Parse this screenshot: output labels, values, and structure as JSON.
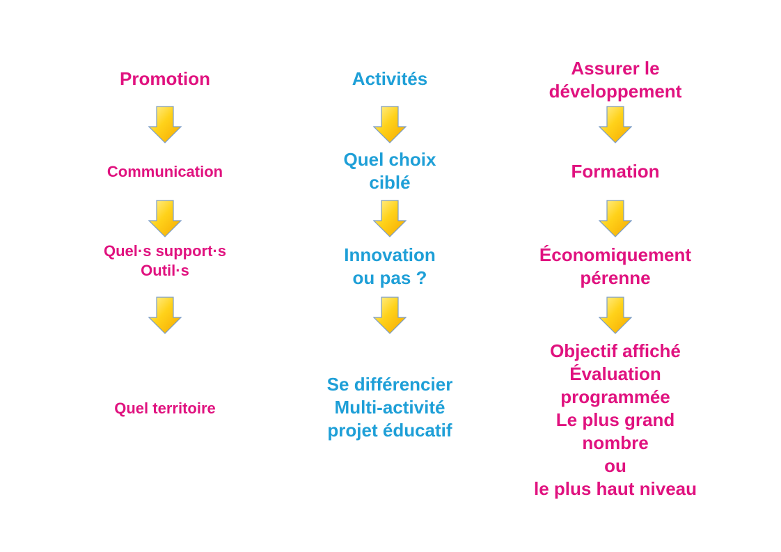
{
  "columns": [
    {
      "items": [
        {
          "text": "Promotion",
          "color": "#e0127f"
        },
        {
          "text": "Communication",
          "color": "#e0127f"
        },
        {
          "text": "Quel·s support·s\nOutil·s",
          "color": "#e0127f"
        },
        {
          "text": "Quel territoire",
          "color": "#e0127f"
        }
      ]
    },
    {
      "items": [
        {
          "text": "Activités",
          "color": "#1e9fd7"
        },
        {
          "text": "Quel choix\nciblé",
          "color": "#1e9fd7"
        },
        {
          "text": "Innovation\nou pas ?",
          "color": "#1e9fd7"
        },
        {
          "text": "Se différencier\nMulti-activité\nprojet éducatif",
          "color": "#1e9fd7"
        }
      ]
    },
    {
      "items": [
        {
          "text": "Assurer le\ndéveloppement",
          "color": "#e0127f"
        },
        {
          "text": "Formation",
          "color": "#e0127f"
        },
        {
          "text": "Économiquement\npérenne",
          "color": "#e0127f"
        },
        {
          "text": "Objectif affiché\nÉvaluation\nprogrammée\nLe plus grand nombre\nou\nle plus haut niveau",
          "color": "#e0127f"
        }
      ]
    }
  ],
  "arrow_icon": "down-arrow-icon",
  "arrow_colors": {
    "fill_top": "#ffd21a",
    "fill_bottom": "#f5a700",
    "outline": "#7a9cc6"
  }
}
